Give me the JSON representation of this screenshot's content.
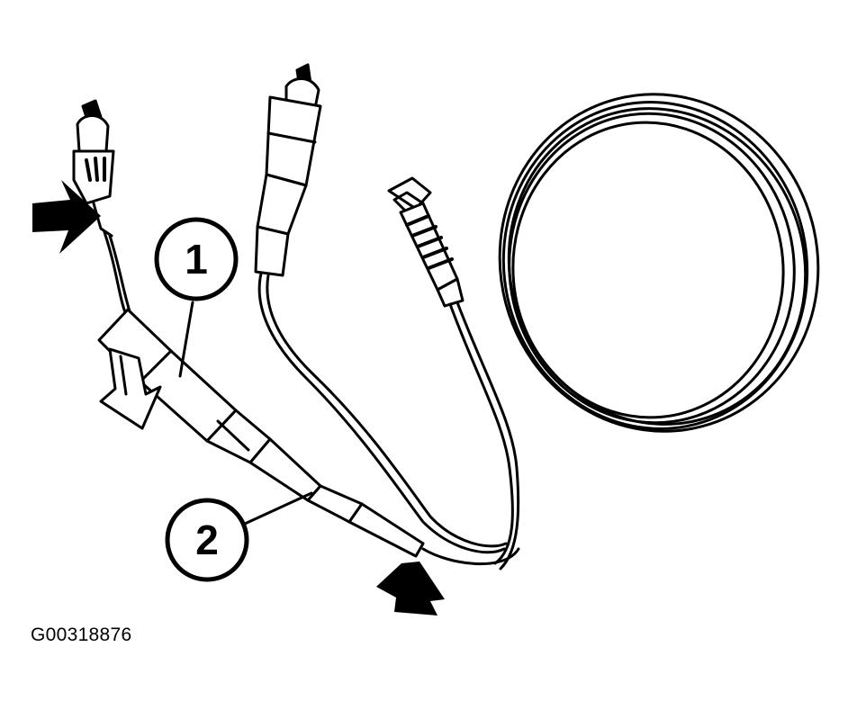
{
  "diagram": {
    "callouts": [
      {
        "id": "1",
        "label": "1"
      },
      {
        "id": "2",
        "label": "2"
      }
    ],
    "figure_code": "G00318876",
    "colors": {
      "ink": "#000000",
      "paper": "#ffffff"
    }
  }
}
